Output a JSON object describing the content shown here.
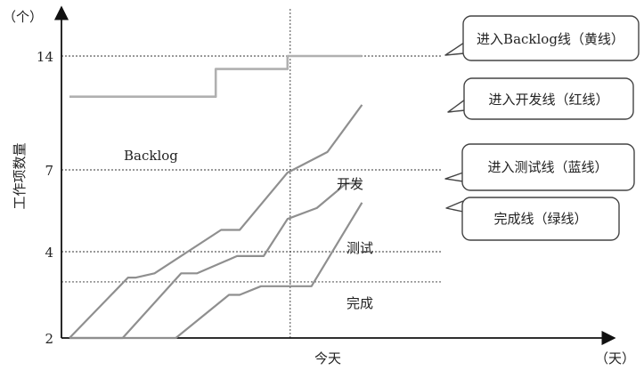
{
  "chart_data": {
    "type": "line",
    "ylabel": "工作项数量",
    "y_unit": "（个）",
    "x_unit": "（天）",
    "x_marker_label": "今天",
    "x_marker": 8.3,
    "xlim": [
      0,
      14
    ],
    "y_ticks": [
      {
        "value": 2,
        "label": "2"
      },
      {
        "value": 4,
        "label": "4"
      },
      {
        "value": 7,
        "label": "7"
      },
      {
        "value": 14,
        "label": "14"
      }
    ],
    "guides_y": [
      3.3,
      4,
      7,
      14
    ],
    "series": [
      {
        "key": "backlog",
        "color": "#b0b0b0",
        "x": [
          0,
          5.5,
          5.5,
          8.2,
          8.2,
          11
        ],
        "y": [
          11.5,
          11.5,
          13.2,
          13.2,
          14,
          14
        ]
      },
      {
        "key": "dev",
        "color": "#8f8f8f",
        "x": [
          0,
          2.2,
          2.5,
          3.2,
          5.7,
          6.4,
          8.2,
          9.7,
          11
        ],
        "y": [
          2,
          3.4,
          3.4,
          3.5,
          4.8,
          4.8,
          6.9,
          8.1,
          11
        ]
      },
      {
        "key": "test",
        "color": "#8f8f8f",
        "x": [
          0,
          2,
          4.2,
          4.8,
          6.3,
          7.3,
          8.2,
          9.3,
          10.4,
          11
        ],
        "y": [
          2,
          2,
          3.5,
          3.5,
          3.9,
          3.9,
          5.2,
          5.6,
          6.5,
          6.5
        ]
      },
      {
        "key": "done",
        "color": "#8f8f8f",
        "x": [
          0,
          4,
          6,
          6.4,
          7.2,
          7.5,
          8.3,
          9.1,
          11
        ],
        "y": [
          2,
          2,
          3.0,
          3.0,
          3.2,
          3.2,
          3.2,
          3.2,
          5.8
        ]
      }
    ],
    "annotations": [
      {
        "key": "backlog",
        "text": "Backlog"
      },
      {
        "key": "dev",
        "text": "开发"
      },
      {
        "key": "test",
        "text": "测试"
      },
      {
        "key": "done",
        "text": "完成"
      }
    ],
    "callouts": [
      {
        "key": "backlog",
        "text": "进入Backlog线（黄线）"
      },
      {
        "key": "dev",
        "text": "进入开发线（红线）"
      },
      {
        "key": "test",
        "text": "进入测试线（蓝线）"
      },
      {
        "key": "done",
        "text": "完成线（绿线）"
      }
    ]
  }
}
